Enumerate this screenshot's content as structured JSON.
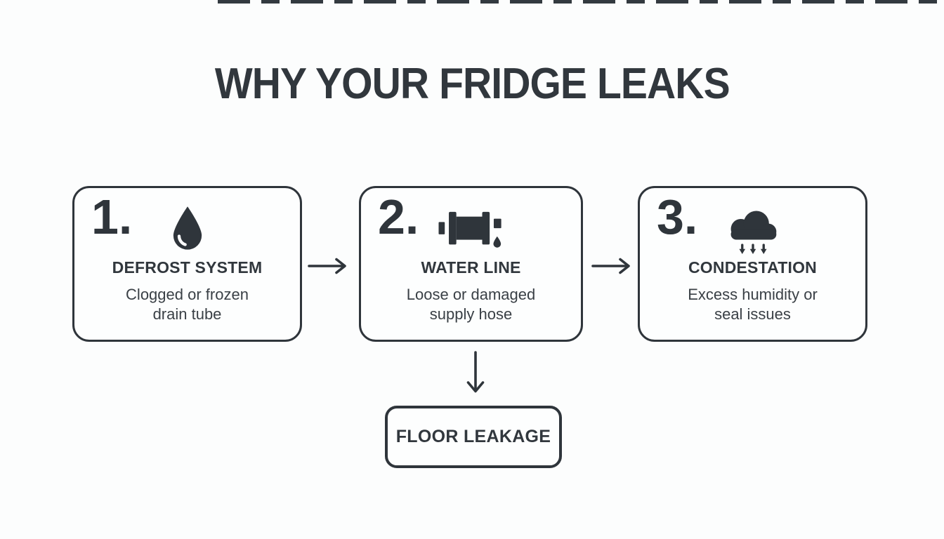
{
  "header": {
    "title": "WHY YOUR FRIDGE LEAKS"
  },
  "steps": [
    {
      "number": "1.",
      "icon": "water-drop-icon",
      "title": "DEFROST SYSTEM",
      "description": "Clogged or frozen\ndrain tube"
    },
    {
      "number": "2.",
      "icon": "leaking-pipe-icon",
      "title": "WATER LINE",
      "description": "Loose or damaged\nsupply hose"
    },
    {
      "number": "3.",
      "icon": "condensation-cloud-icon",
      "title": "CONDESTATION",
      "description": "Excess humidity or\nseal issues"
    }
  ],
  "connectors": {
    "between_steps": "right-arrow",
    "to_result": "down-arrow"
  },
  "result": {
    "label": "FLOOR LEAKAGE"
  },
  "colors": {
    "ink": "#2f353b",
    "background": "#fcfdfd"
  }
}
